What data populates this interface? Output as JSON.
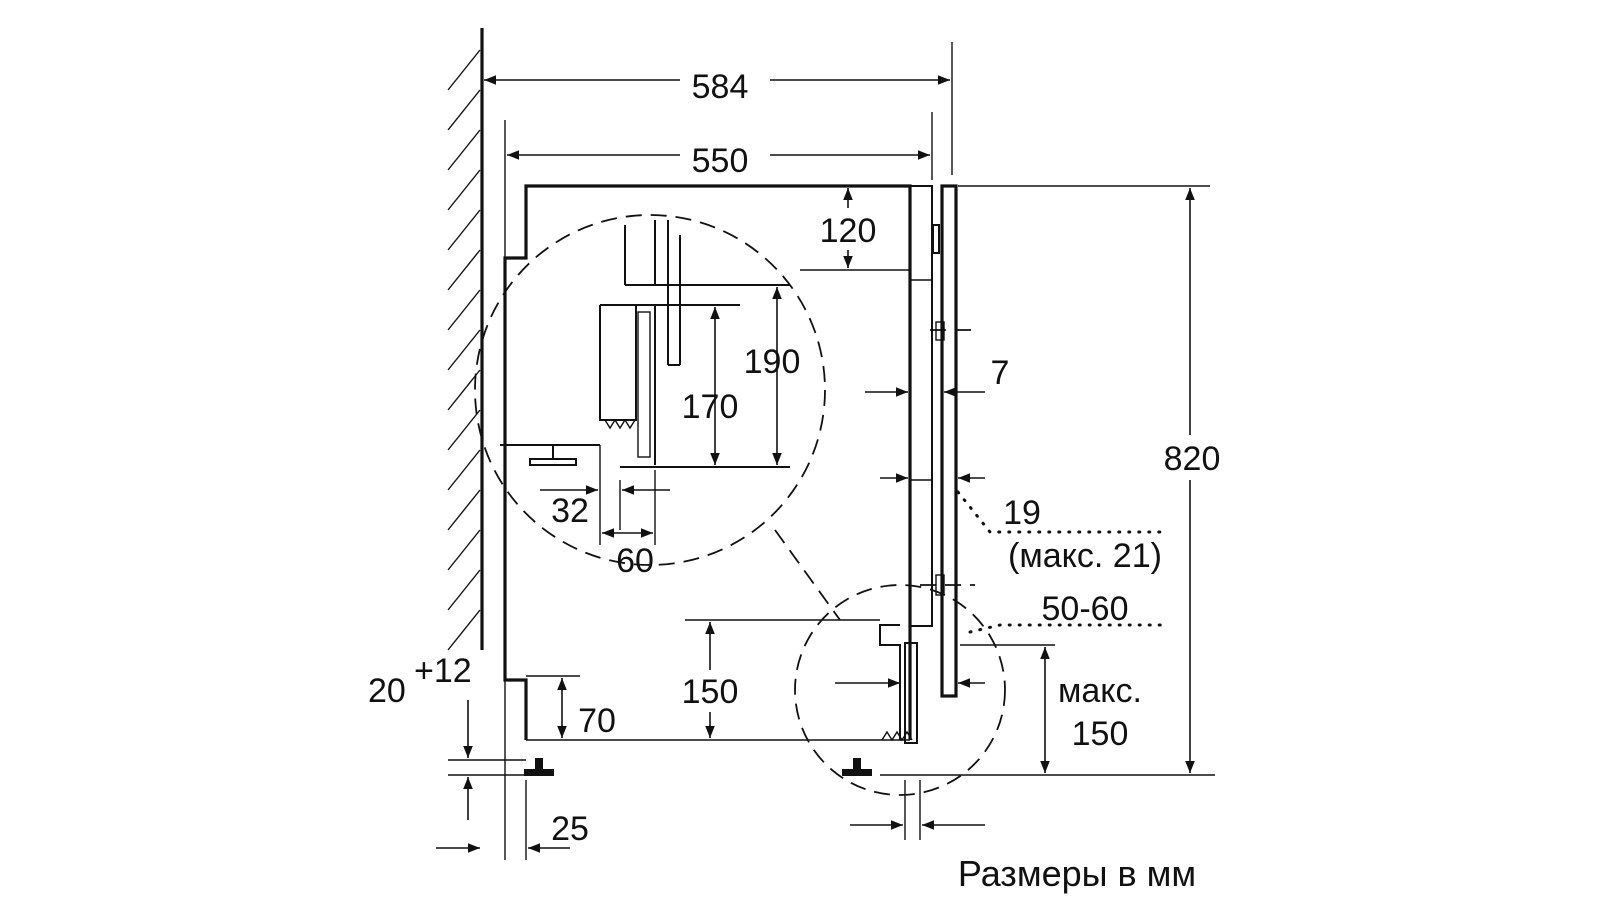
{
  "diagram": {
    "dims": {
      "d584": "584",
      "d550": "550",
      "d120": "120",
      "d190": "190",
      "d170": "170",
      "d7": "7",
      "d820": "820",
      "d32": "32",
      "d60": "60",
      "d19": "19",
      "d19_max": "(макс. 21)",
      "d50_60": "50-60",
      "d150": "150",
      "d70": "70",
      "max_label": "макс.",
      "max150": "150",
      "d20_base": "20",
      "d20_tol": "+12",
      "d25": "25"
    },
    "caption": "Размеры в мм"
  }
}
